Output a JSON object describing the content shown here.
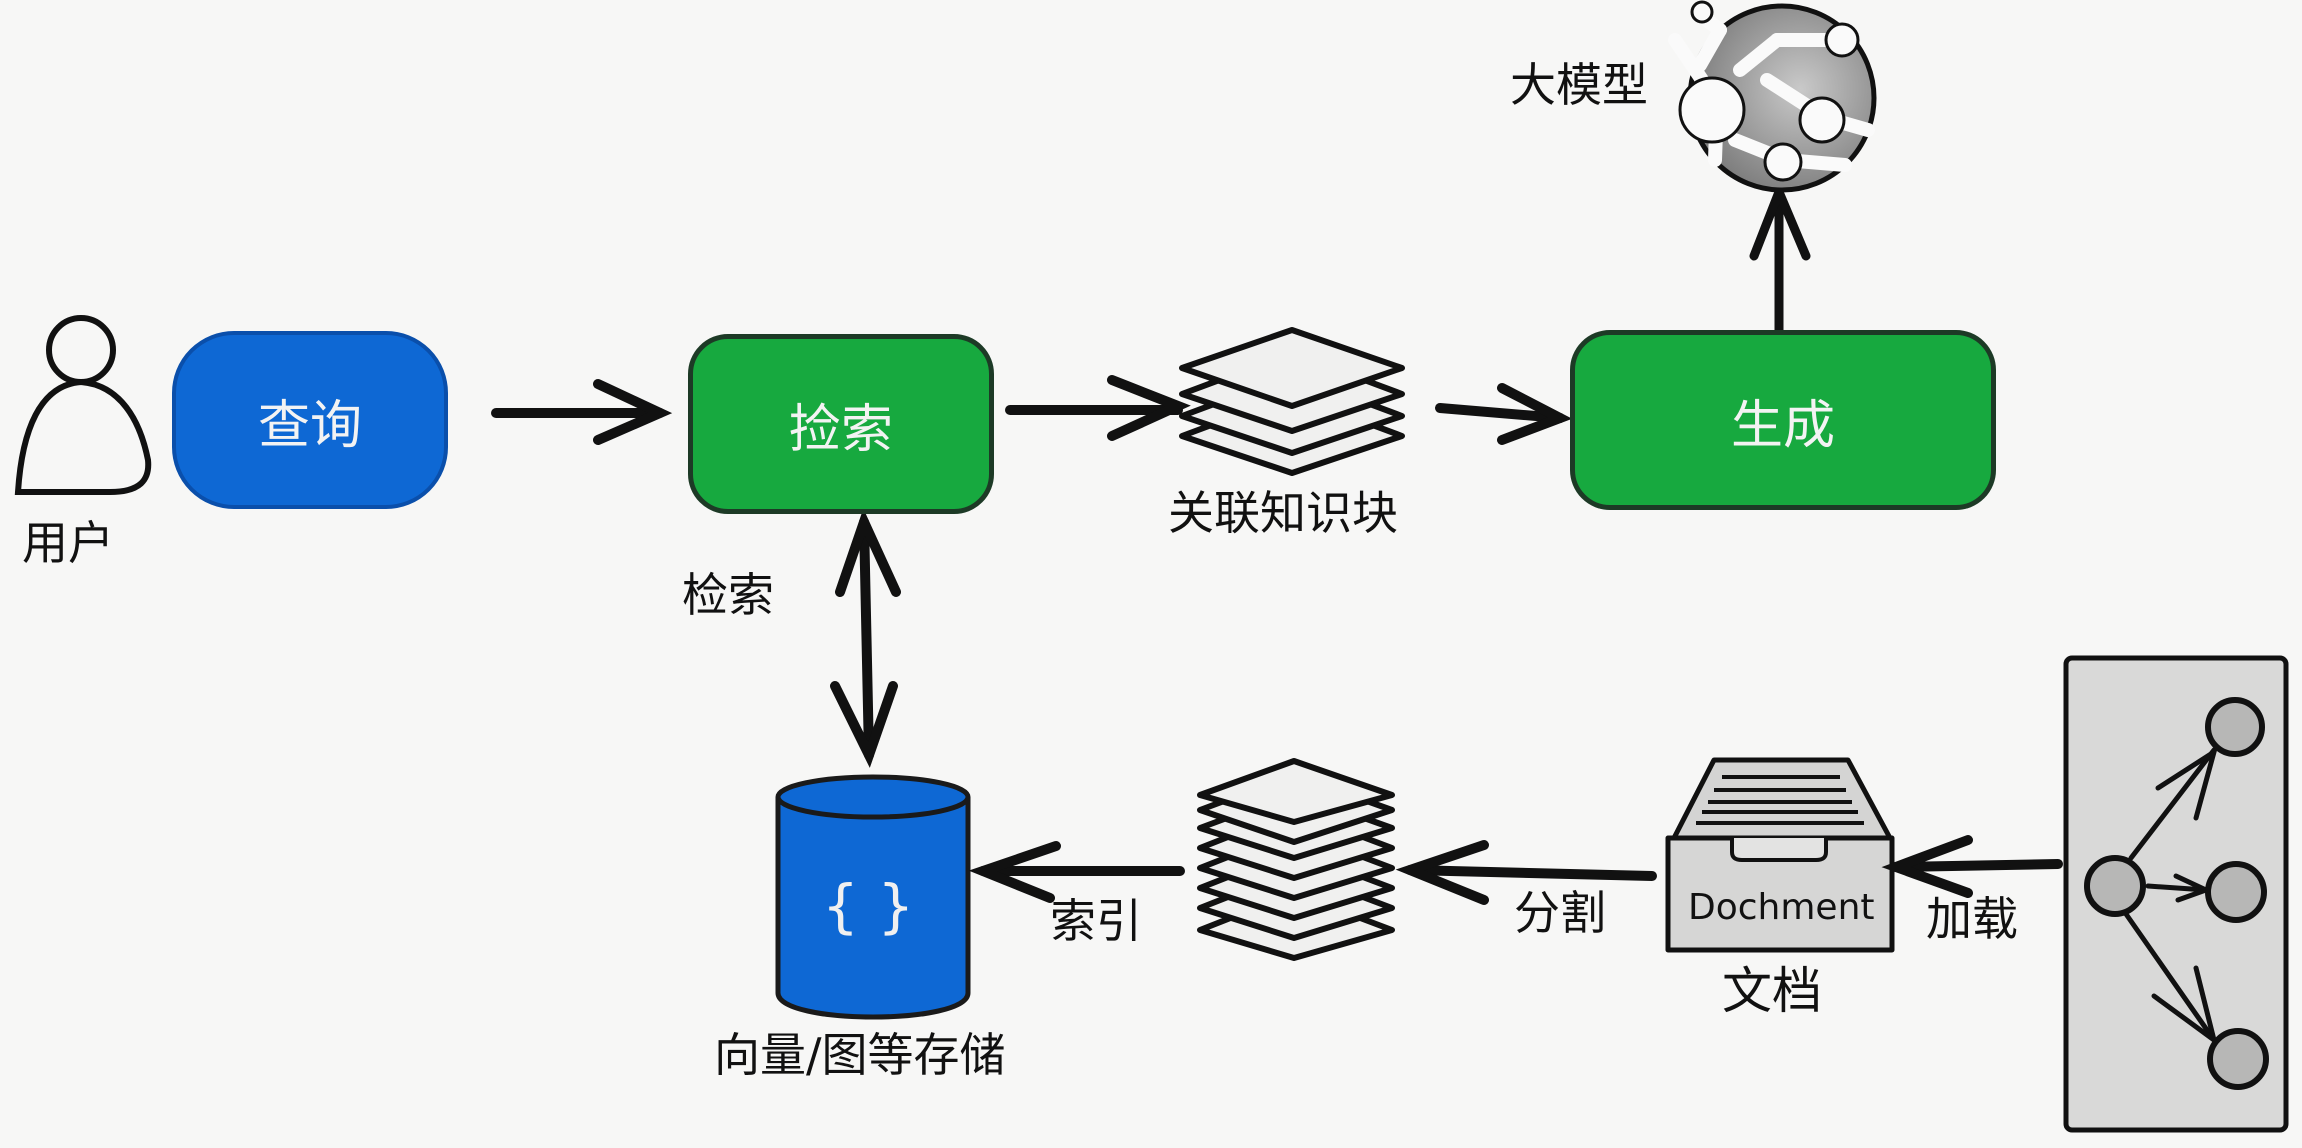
{
  "diagram": {
    "title": "RAG flow",
    "colors": {
      "query_blue": "#0e68d4",
      "process_green": "#17a93f",
      "storage_blue": "#0e68d4",
      "line": "#111111",
      "panel_gray": "#d9d9d8"
    },
    "nodes": {
      "user": {
        "label": "用户",
        "icon": "user-icon"
      },
      "query": {
        "label": "查询"
      },
      "retrieve": {
        "label": "捡索"
      },
      "chunks": {
        "label": "关联知识块",
        "icon": "layers-icon"
      },
      "generate": {
        "label": "生成"
      },
      "llm": {
        "label": "大模型",
        "icon": "neural-network-globe-icon"
      },
      "store": {
        "label": "向量/图等存储",
        "icon_text": "{ }"
      },
      "split_chunks": {
        "icon": "layers-icon"
      },
      "document": {
        "label": "文档",
        "tray_text": "Dochment",
        "icon": "document-tray-icon"
      },
      "source": {
        "icon": "graph-source-icon"
      }
    },
    "edges": {
      "retrieve_store": {
        "label": "检索"
      },
      "index": {
        "label": "索引"
      },
      "split": {
        "label": "分割"
      },
      "load": {
        "label": "加载"
      }
    }
  }
}
